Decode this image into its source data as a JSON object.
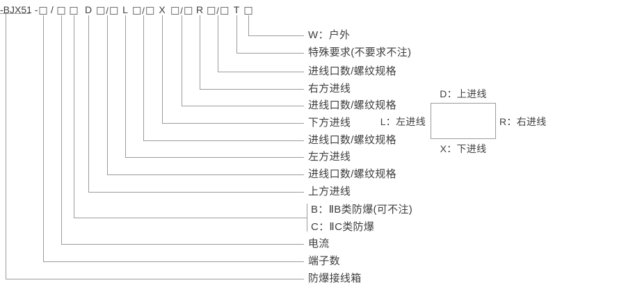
{
  "diagram": {
    "model_code": {
      "tokens": [
        {
          "t": "text",
          "v": "-BJX51 -"
        },
        {
          "t": "box"
        },
        {
          "t": "text",
          "v": "/"
        },
        {
          "t": "box"
        },
        {
          "t": "box"
        },
        {
          "t": "text",
          "v": "D"
        },
        {
          "t": "pair",
          "v": "/"
        },
        {
          "t": "text",
          "v": "L"
        },
        {
          "t": "pair",
          "v": "/"
        },
        {
          "t": "text",
          "v": "X"
        },
        {
          "t": "pair",
          "v": "/"
        },
        {
          "t": "text",
          "v": "R"
        },
        {
          "t": "pair",
          "v": "/"
        },
        {
          "t": "text",
          "v": "T"
        },
        {
          "t": "box"
        }
      ]
    },
    "labels": [
      "W：户外",
      "特殊要求(不要求不注)",
      "进线口数/螺纹规格",
      "右方进线",
      "进线口数/螺纹规格",
      "下方进线",
      "进线口数/螺纹规格",
      "左方进线",
      "进线口数/螺纹规格",
      "上方进线",
      "电流",
      "端子数",
      "防爆接线箱"
    ],
    "explosion_class": [
      "B：ⅡB类防爆(可不注)",
      "C：ⅡC类防爆"
    ],
    "legend": {
      "top": "D：上进线",
      "left": "L：左进线",
      "right": "R：右进线",
      "bottom": "X：下进线"
    },
    "colors": {
      "line": "#9a9a9a",
      "text": "#3d3d3d",
      "box_outline": "#6e6e6e"
    }
  }
}
